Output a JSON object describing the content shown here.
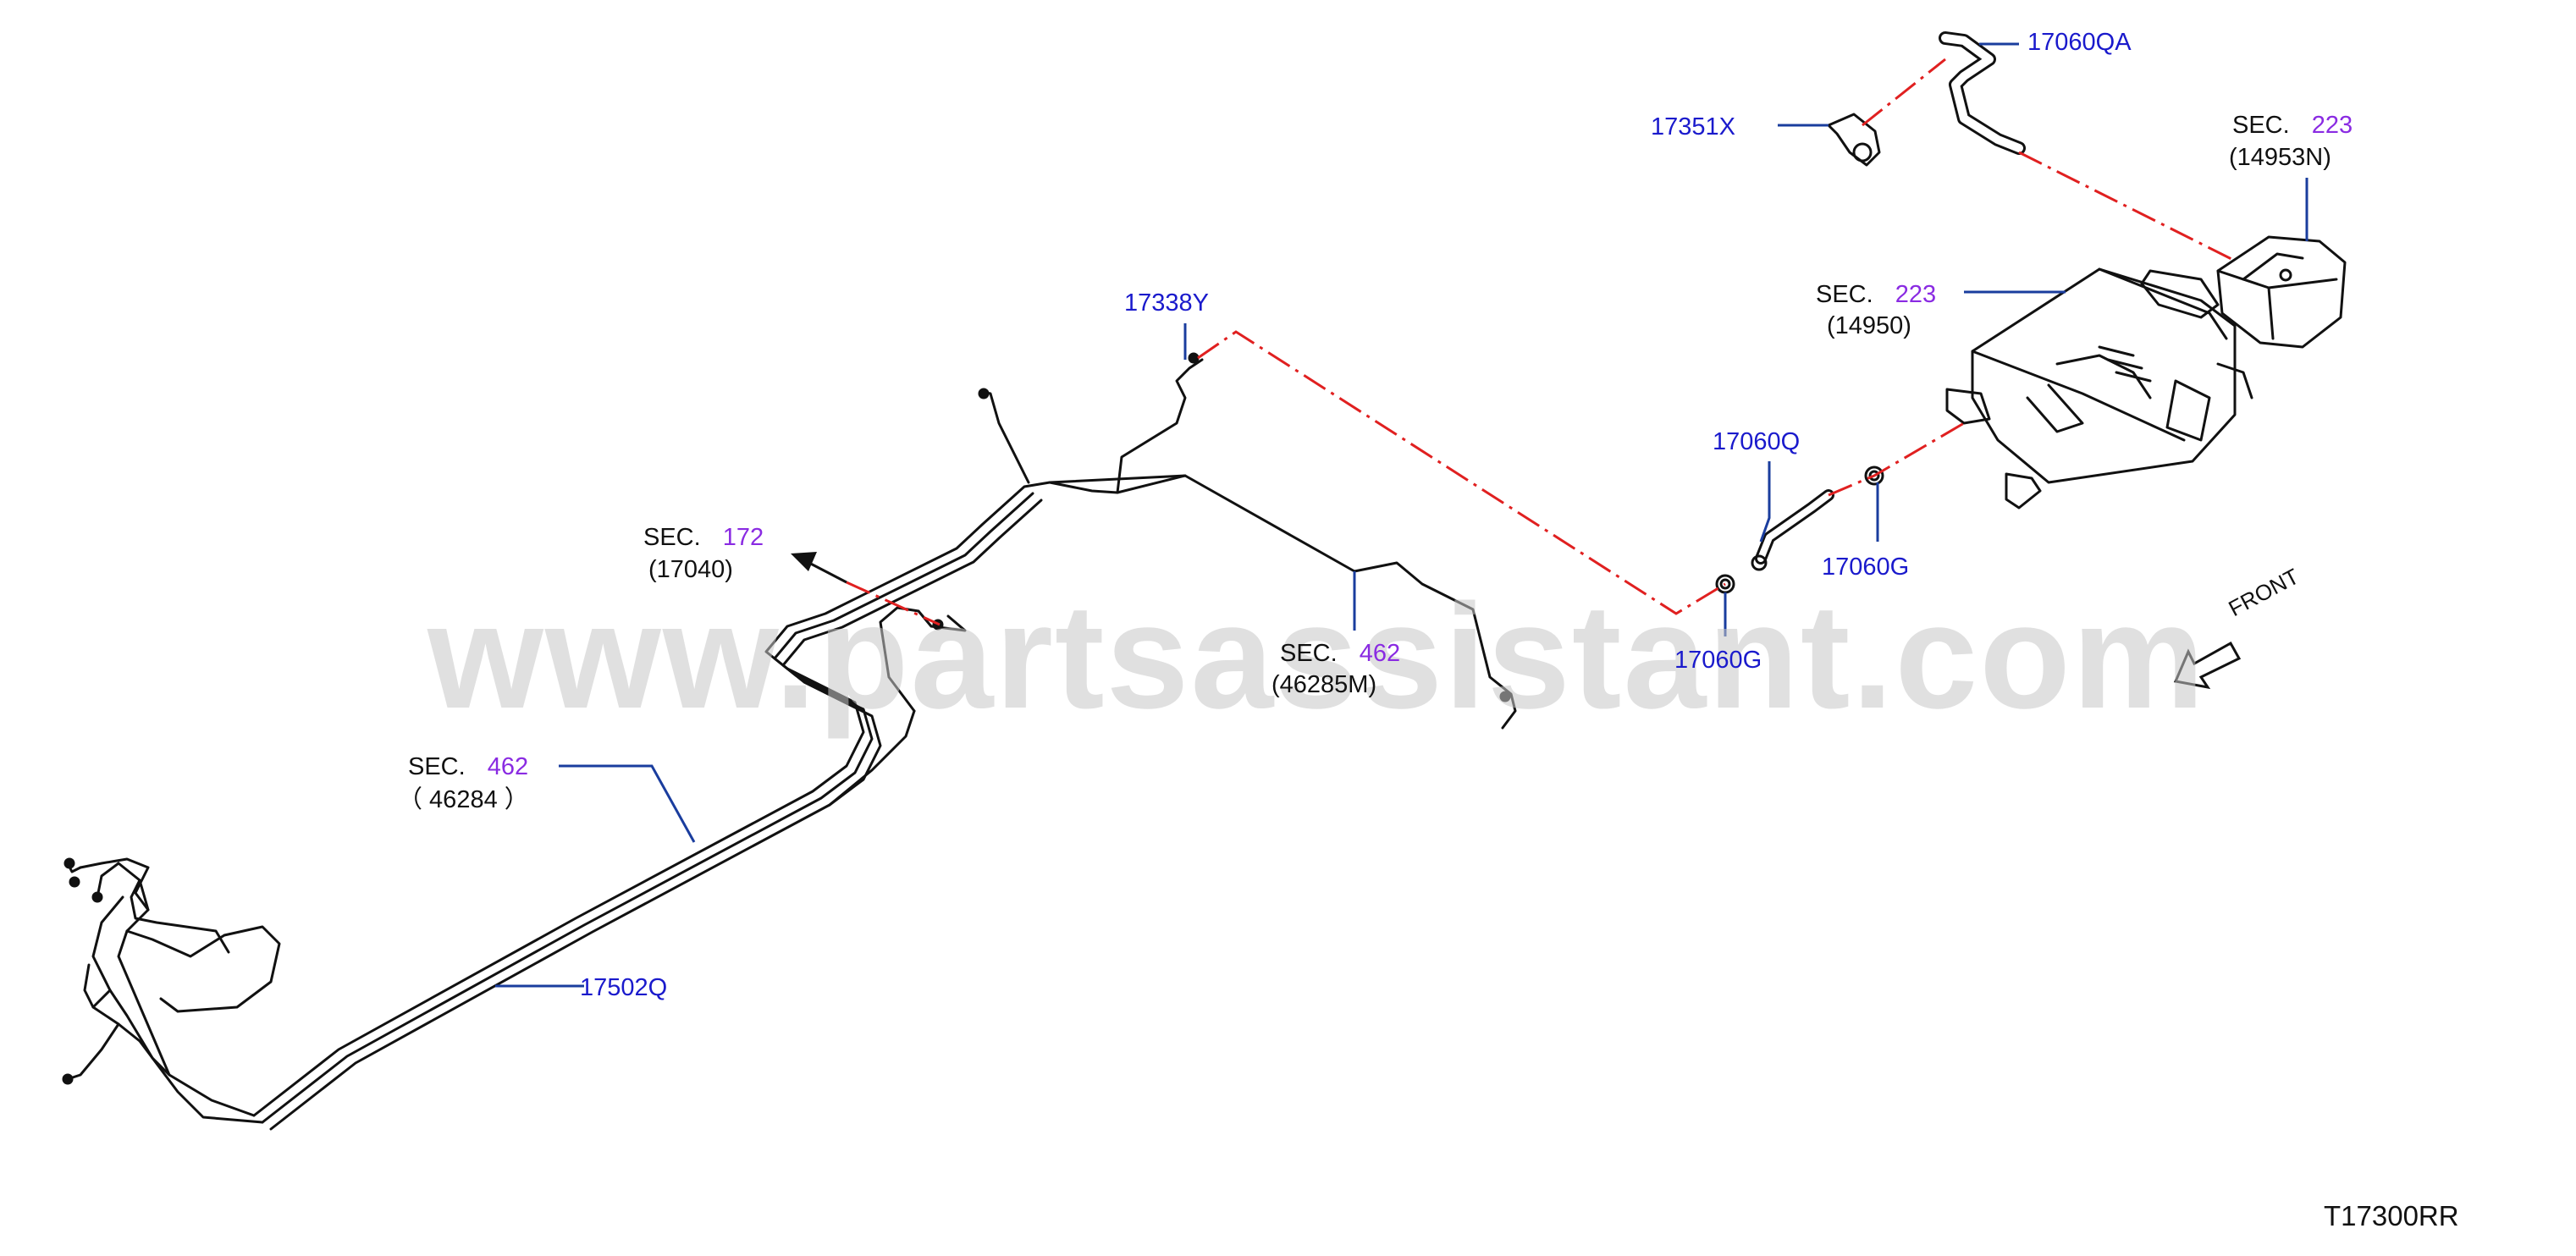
{
  "watermark": "www.partsassistant.com",
  "diagram_code": "T17300RR",
  "front_label": "FRONT",
  "colors": {
    "line": "#111111",
    "part_number": "#1a1acc",
    "section_number": "#8a2be2",
    "phantom_line": "#e02020",
    "leader": "#1a3d9e"
  },
  "parts": {
    "p17060QA": "17060QA",
    "p17351X": "17351X",
    "p17338Y": "17338Y",
    "p17060Q": "17060Q",
    "p17060G_right": "17060G",
    "p17060G_left": "17060G",
    "p17502Q": "17502Q"
  },
  "sections": {
    "s223_top": {
      "prefix": "SEC.",
      "number": "223",
      "ref": "(14953N)"
    },
    "s223_canister": {
      "prefix": "SEC.",
      "number": "223",
      "ref": "(14950)"
    },
    "s172": {
      "prefix": "SEC.",
      "number": "172",
      "ref": "(17040)"
    },
    "s462_right": {
      "prefix": "SEC.",
      "number": "462",
      "ref": "(46285M)"
    },
    "s462_left": {
      "prefix": "SEC.",
      "number": "462",
      "ref": "（ 46284 ）"
    }
  },
  "icons": [
    "front-arrow-icon",
    "direction-arrow-icon"
  ]
}
